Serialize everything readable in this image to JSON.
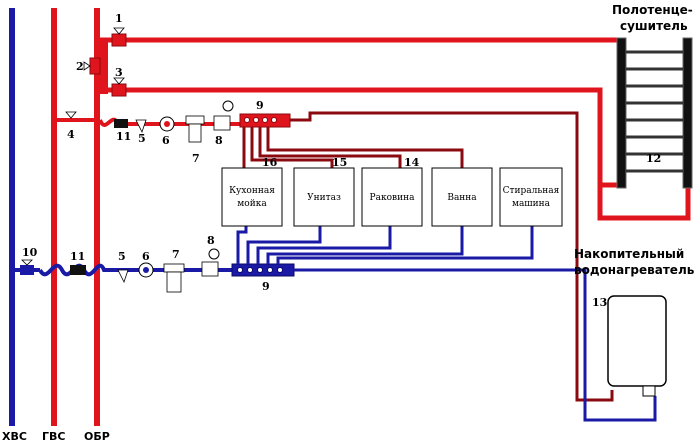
{
  "labels": {
    "cold": "ХВС",
    "hot": "ГВС",
    "return": "ОБР",
    "towel_line1": "Полотенце-",
    "towel_line2": "сушитель",
    "heater_line1": "Накопительный",
    "heater_line2": "водонагреватель"
  },
  "fixtures": {
    "kitchen_line1": "Кухонная",
    "kitchen_line2": "мойка",
    "toilet": "Унитаз",
    "sink": "Раковина",
    "bath": "Ванна",
    "washer_line1": "Стиральная",
    "washer_line2": "машина"
  },
  "numbers": {
    "n1": "1",
    "n2": "2",
    "n3": "3",
    "n4": "4",
    "n5a": "5",
    "n6a": "6",
    "n7a": "7",
    "n8a": "8",
    "n9a": "9",
    "n11a": "11",
    "n10": "10",
    "n11b": "11",
    "n5b": "5",
    "n6b": "6",
    "n7b": "7",
    "n8b": "8",
    "n9b": "9",
    "n12": "12",
    "n13": "13",
    "n14": "14",
    "n15": "15",
    "n16": "16"
  },
  "colors": {
    "hot": "#e0141c",
    "cold": "#1a1aa6",
    "dark_red": "#8b0a10",
    "black": "#111111"
  }
}
